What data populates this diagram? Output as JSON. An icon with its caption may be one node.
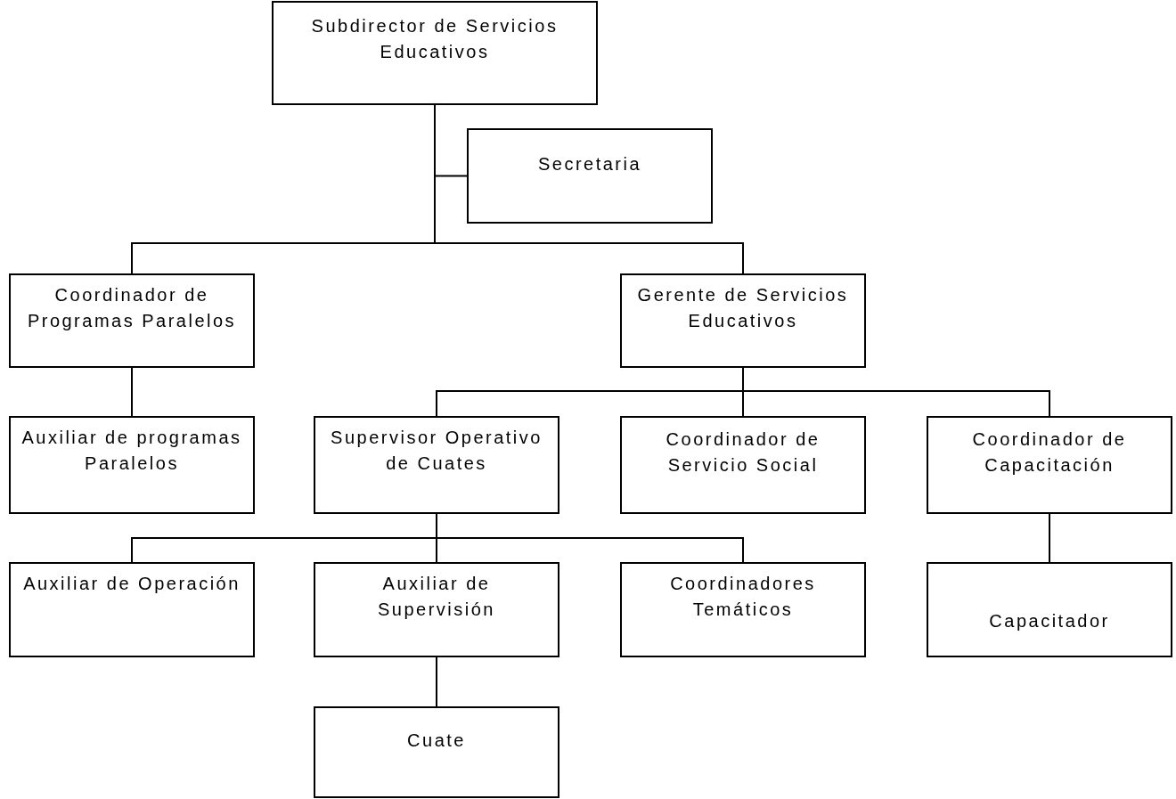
{
  "diagram": {
    "nodes": [
      {
        "text": [
          "Subdirector de Servicios Educativos"
        ]
      },
      {
        "text": [
          "Secretaria"
        ]
      },
      {
        "text": [
          "Coordinador de Programas Paralelos"
        ]
      },
      {
        "text": [
          "Gerente de Servicios Educativos"
        ]
      },
      {
        "text": [
          "Auxiliar de programas Paralelos"
        ]
      },
      {
        "text": [
          "Supervisor Operativo de Cuates"
        ]
      },
      {
        "text": [
          "Coordinador de Servicio Social"
        ]
      },
      {
        "text": [
          "Coordinador de Capacitación"
        ]
      },
      {
        "text": [
          "Auxiliar de Operación"
        ]
      },
      {
        "text": [
          "Auxiliar de Supervisión"
        ]
      },
      {
        "text": [
          "Coordinadores Temáticos"
        ]
      },
      {
        "text": [
          "Capacitador"
        ]
      },
      {
        "text": [
          "Cuate"
        ]
      }
    ],
    "edges": [
      {
        "from": 0,
        "to": 1,
        "arrow": "none"
      },
      {
        "from": 0,
        "to": 2,
        "arrow": "none"
      },
      {
        "from": 0,
        "to": 3,
        "arrow": "none"
      },
      {
        "from": 2,
        "to": 4,
        "arrow": "none"
      },
      {
        "from": 3,
        "to": 5,
        "arrow": "none"
      },
      {
        "from": 3,
        "to": 6,
        "arrow": "none"
      },
      {
        "from": 3,
        "to": 7,
        "arrow": "none"
      },
      {
        "from": 7,
        "to": 11,
        "arrow": "none"
      },
      {
        "from": 5,
        "to": 8,
        "arrow": "none"
      },
      {
        "from": 5,
        "to": 9,
        "arrow": "none"
      },
      {
        "from": 5,
        "to": 10,
        "arrow": "none"
      },
      {
        "from": 9,
        "to": 12,
        "arrow": "none"
      }
    ]
  }
}
